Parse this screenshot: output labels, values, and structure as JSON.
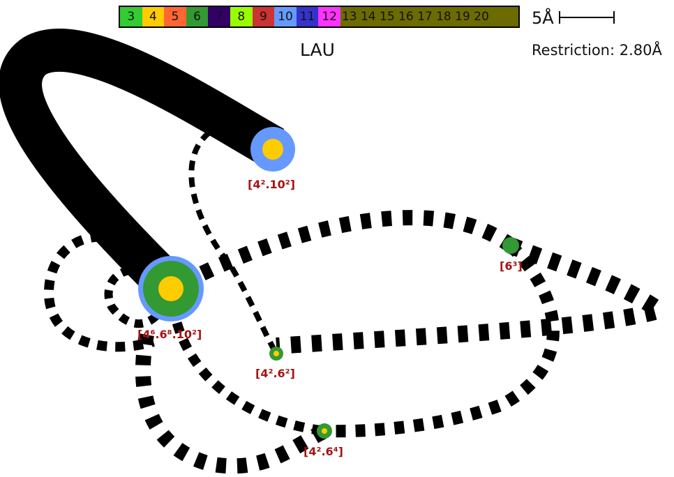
{
  "title": "LAU",
  "scale": {
    "label": "5Å"
  },
  "restriction": "Restriction: 2.80Å",
  "legend": [
    {
      "label": "3",
      "color": "#33cc33"
    },
    {
      "label": "4",
      "color": "#ffcc00"
    },
    {
      "label": "5",
      "color": "#ff6633"
    },
    {
      "label": "6",
      "color": "#339933"
    },
    {
      "label": "7",
      "color": "#330066"
    },
    {
      "label": "8",
      "color": "#99ff00"
    },
    {
      "label": "9",
      "color": "#cc3333"
    },
    {
      "label": "10",
      "color": "#6699ff"
    },
    {
      "label": "11",
      "color": "#3333cc"
    },
    {
      "label": "12",
      "color": "#ff33ff"
    },
    {
      "label": "13 14 15 16 17 18 19 20",
      "color": "#6b6b00"
    }
  ],
  "vertices": [
    {
      "label": "[4².10²]",
      "colors": [
        "#6699ff",
        "#ffcc00"
      ]
    },
    {
      "label": "[4⁶.6⁸.10²]",
      "colors": [
        "#6699ff",
        "#339933",
        "#ffcc00"
      ]
    },
    {
      "label": "[6³]",
      "colors": [
        "#339933"
      ]
    },
    {
      "label": "[4².6²]",
      "colors": [
        "#339933",
        "#ffcc00"
      ]
    },
    {
      "label": "[4².6⁴]",
      "colors": [
        "#339933",
        "#ffcc00"
      ]
    }
  ]
}
